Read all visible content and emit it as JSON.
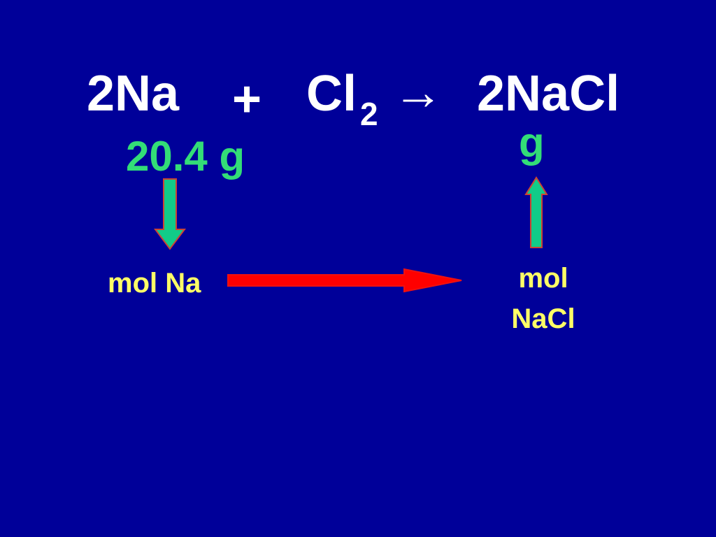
{
  "colors": {
    "background": "#000099",
    "equation_text": "#ffffff",
    "mass_text": "#33dd77",
    "mol_text": "#ffff66",
    "vertical_arrow_fill": "#11cc88",
    "vertical_arrow_stroke": "#cc4433",
    "horizontal_arrow_fill": "#ff0000",
    "horizontal_arrow_stroke": "#ee1111"
  },
  "equation": {
    "reactant1": "2Na",
    "plus": "+",
    "reactant2": "Cl",
    "reactant2_subscript": "2",
    "arrow": "→",
    "product": "2NaCl"
  },
  "masses": {
    "reactant_mass": "20.4 g",
    "product_mass": "g"
  },
  "moles": {
    "reactant_mol": "mol Na",
    "product_mol_line1": "mol",
    "product_mol_line2": "NaCl"
  },
  "icons": {
    "down_arrow": "arrow-down-icon",
    "up_arrow": "arrow-up-icon",
    "right_arrow": "arrow-right-icon"
  }
}
